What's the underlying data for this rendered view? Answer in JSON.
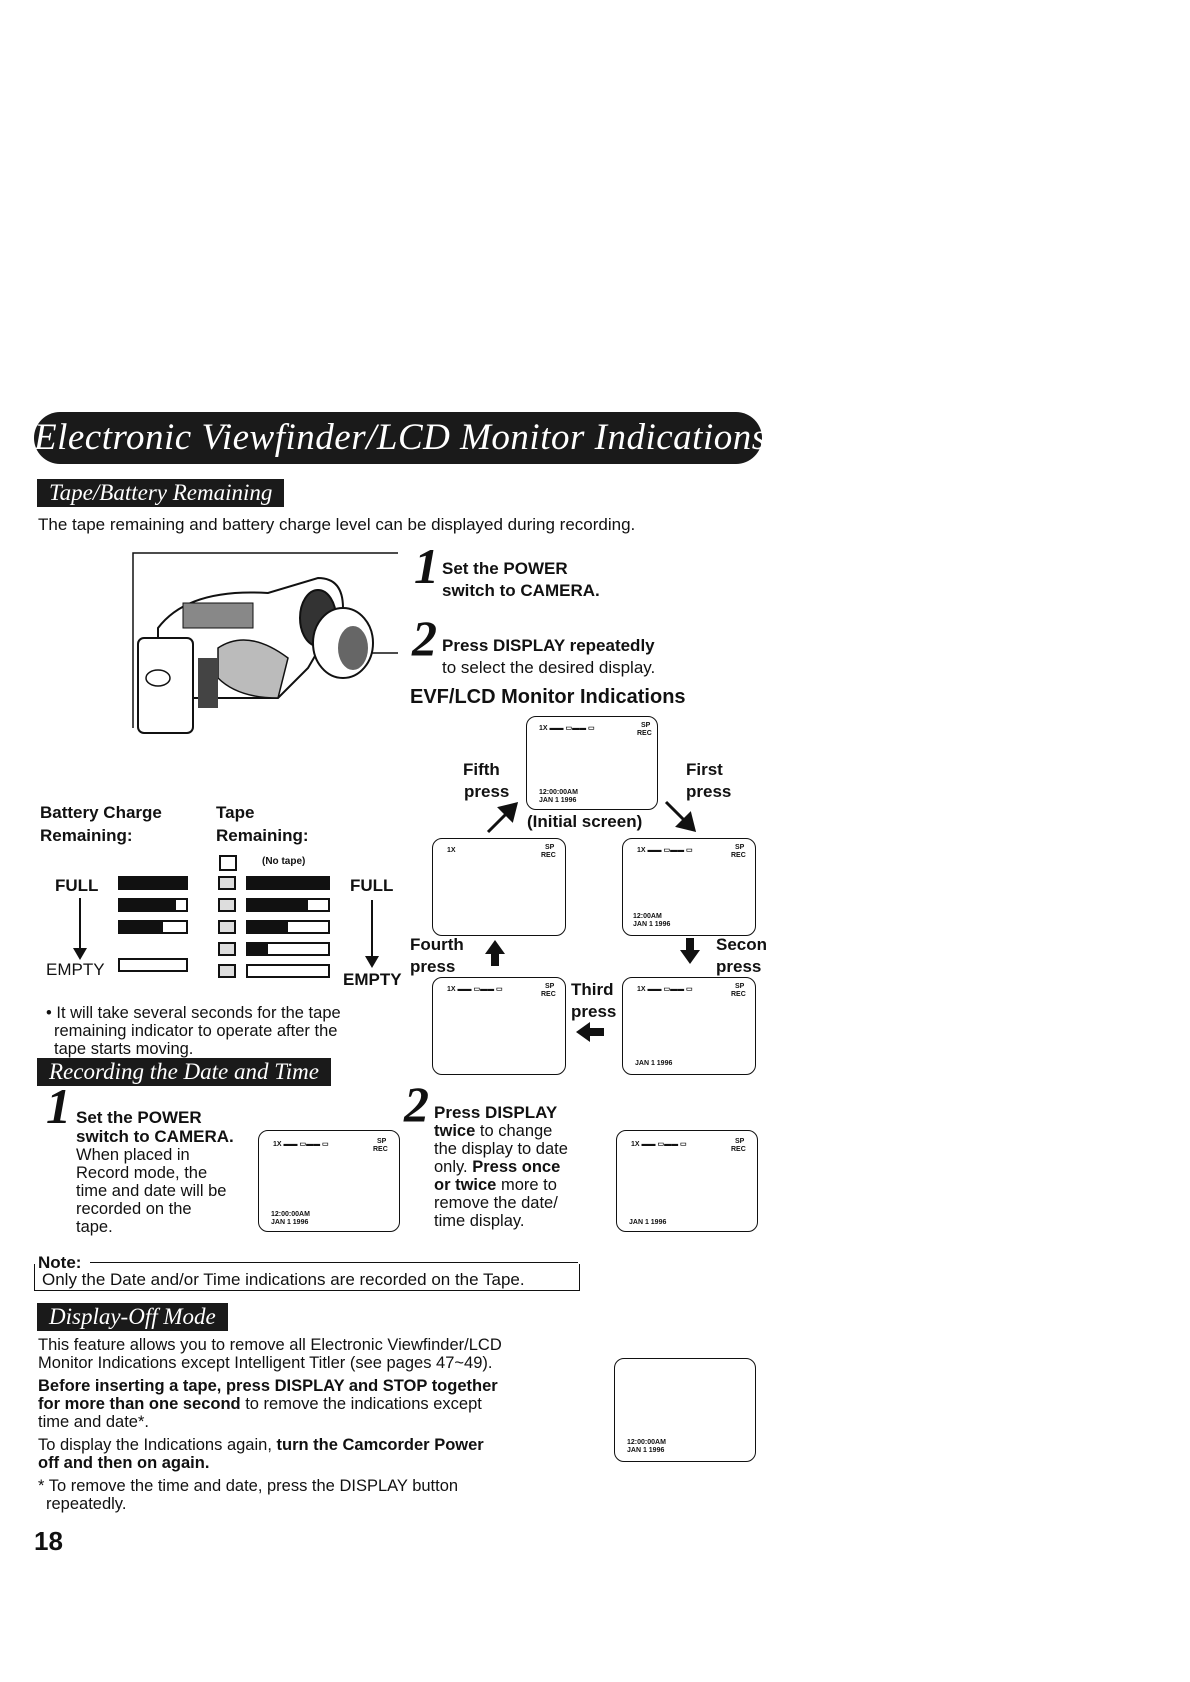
{
  "page_title": "Electronic Viewfinder/LCD Monitor Indications",
  "tape_battery": {
    "heading": "Tape/Battery Remaining",
    "intro": "The tape remaining and battery charge level can be displayed during recording.",
    "step1_num": "1",
    "step1_text_a": "Set the POWER",
    "step1_text_b": "switch to CAMERA.",
    "step2_num": "2",
    "step2_text_a": "Press DISPLAY repeatedly",
    "step2_text_b": "to select the desired display.",
    "evf_title": "EVF/LCD Monitor Indications",
    "battery_label_a": "Battery Charge",
    "battery_label_b": "Remaining:",
    "tape_label_a": "Tape",
    "tape_label_b": "Remaining:",
    "no_tape": "(No tape)",
    "full_left": "FULL",
    "full_right": "FULL",
    "empty_left": "EMPTY",
    "empty_right": "EMPTY",
    "note_a": "• It will take several seconds for the tape",
    "note_b": "remaining indicator to operate after the",
    "note_c": "tape starts moving.",
    "battery_levels": [
      1.0,
      0.85,
      0.65,
      0.0
    ],
    "tape_levels": [
      1.0,
      0.75,
      0.5,
      0.25,
      0.0
    ]
  },
  "presses": {
    "fifth_a": "Fifth",
    "fifth_b": "press",
    "first_a": "First",
    "first_b": "press",
    "initial": "(Initial screen)",
    "fourth_a": "Fourth",
    "fourth_b": "press",
    "second_a": "Secon",
    "second_b": "press",
    "third_a": "Third",
    "third_b": "press"
  },
  "screen_text": {
    "zoom": "1X",
    "sp": "SP",
    "rec": "REC",
    "time_full": "12:00:00AM",
    "time_short": "12:00AM",
    "date": "JAN  1 1996"
  },
  "date_time": {
    "heading": "Recording the Date and Time",
    "step1_num": "1",
    "step1_bold_a": "Set the POWER",
    "step1_bold_b": "switch to CAMERA.",
    "step1_l1": "When placed in",
    "step1_l2": "Record mode, the",
    "step1_l3": "time and date will be",
    "step1_l4": "recorded on the",
    "step1_l5": "tape.",
    "step2_num": "2",
    "step2_l1": "Press DISPLAY",
    "step2_l2a": "twice",
    "step2_l2b": " to change",
    "step2_l3": "the display to date",
    "step2_l4a": "only. ",
    "step2_l4b": "Press once",
    "step2_l5a": "or twice",
    "step2_l5b": " more to",
    "step2_l6": "remove the date/",
    "step2_l7": "time display.",
    "note_label": "Note:",
    "note_text": "Only the Date and/or Time indications are recorded on the Tape."
  },
  "display_off": {
    "heading": "Display-Off Mode",
    "p1_a": "This feature allows you to remove all Electronic Viewfinder/LCD",
    "p1_b": "Monitor Indications except Intelligent Titler (see pages 47~49).",
    "p2_a": "Before inserting a tape, press DISPLAY and STOP together",
    "p2_b1": "for more than one second",
    "p2_b2": " to remove the indications except",
    "p2_c": "time and date*.",
    "p3_a1": "To display the Indications again, ",
    "p3_a2": "turn the Camcorder Power",
    "p3_b": "off and then on again.",
    "p4_a": "* To remove the time and date, press the DISPLAY button",
    "p4_b": "repeatedly."
  },
  "page_number": "18"
}
